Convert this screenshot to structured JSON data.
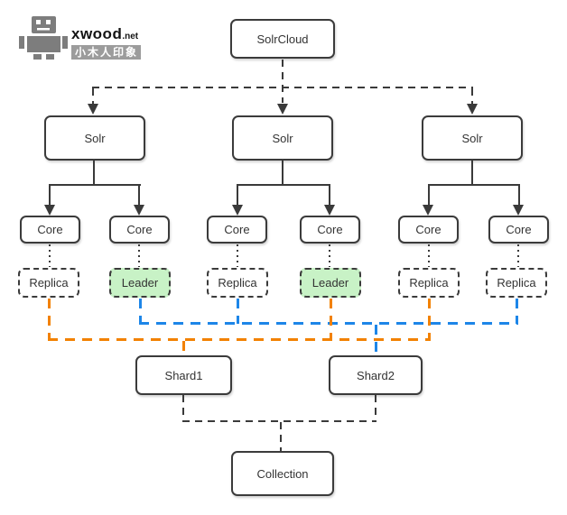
{
  "logo": {
    "brand": "xwood",
    "tld": ".net",
    "tagline": "小木人印象"
  },
  "nodes": {
    "solrcloud": "SolrCloud",
    "solr_1": "Solr",
    "solr_2": "Solr",
    "solr_3": "Solr",
    "core_1": "Core",
    "core_2": "Core",
    "core_3": "Core",
    "core_4": "Core",
    "core_5": "Core",
    "core_6": "Core",
    "replica_1": "Replica",
    "leader_1": "Leader",
    "replica_2": "Replica",
    "leader_2": "Leader",
    "replica_3": "Replica",
    "replica_4": "Replica",
    "shard_1": "Shard1",
    "shard_2": "Shard2",
    "collection": "Collection"
  },
  "colors": {
    "node_border": "#3b3b3b",
    "leader_fill": "#c8f2c6",
    "shard1_link_orange": "#f28100",
    "shard2_link_blue": "#1d86e8"
  }
}
